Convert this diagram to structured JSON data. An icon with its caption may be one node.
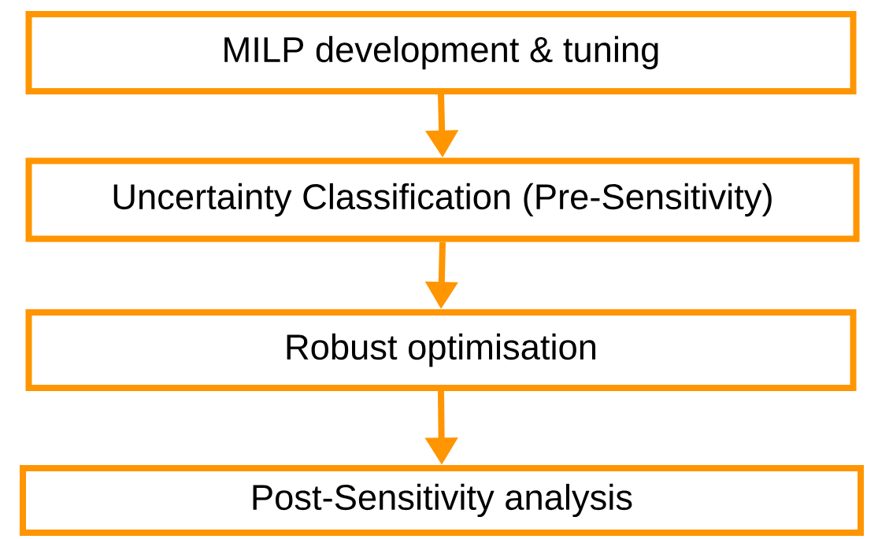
{
  "diagram": {
    "nodes": [
      {
        "text": [
          "MILP development & tuning"
        ]
      },
      {
        "text": [
          "Uncertainty Classification (Pre-Sensitivity)"
        ]
      },
      {
        "text": [
          "Robust optimisation"
        ]
      },
      {
        "text": [
          "Post-Sensitivity analysis"
        ]
      }
    ],
    "edges": [
      {
        "from": 0,
        "to": 1,
        "arrow": "to"
      },
      {
        "from": 1,
        "to": 2,
        "arrow": "to"
      },
      {
        "from": 2,
        "to": 3,
        "arrow": "to"
      }
    ]
  }
}
